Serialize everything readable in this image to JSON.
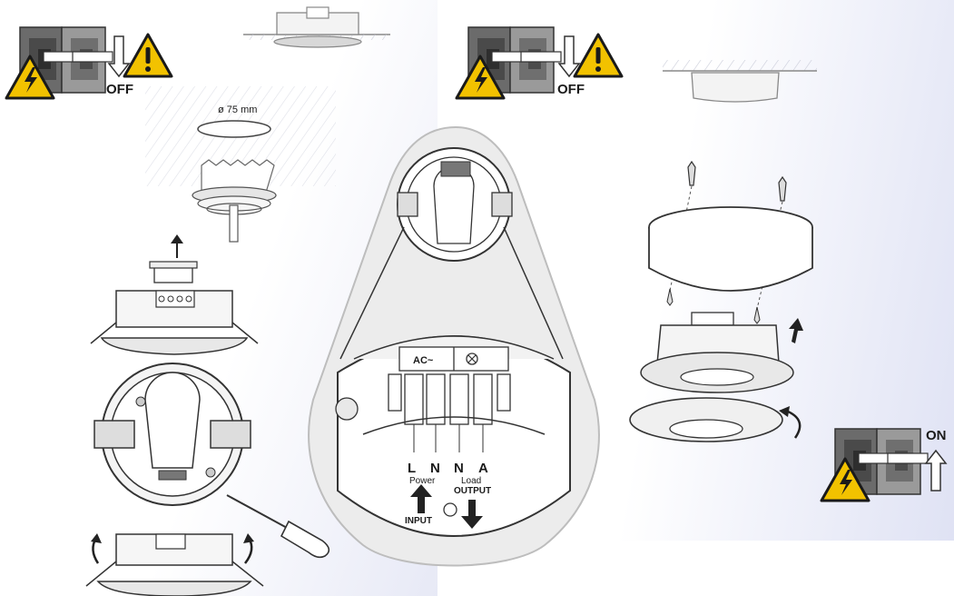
{
  "labels": {
    "off": "OFF",
    "on": "ON",
    "diameter": "ø 75 mm",
    "ac": "AC~",
    "power": "Power",
    "load": "Load",
    "input": "INPUT",
    "output": "OUTPUT",
    "terminal_l": "L",
    "terminal_n1": "N",
    "terminal_n2": "N",
    "terminal_a": "A"
  },
  "colors": {
    "warning_yellow": "#f2c200",
    "breaker_dark": "#5a5a5a",
    "breaker_mid": "#8a8a8a",
    "line": "#333333",
    "callout_bg": "#ececec"
  },
  "icons": [
    "warning-icon",
    "breaker-switch-icon",
    "arrow-down-icon",
    "arrow-up-icon",
    "rotate-arrow-icon",
    "screwdriver-icon",
    "screw-icon"
  ]
}
